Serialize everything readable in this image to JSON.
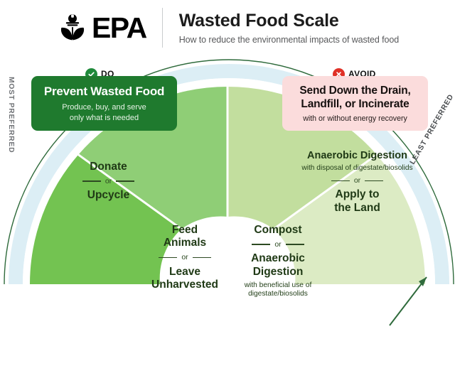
{
  "header": {
    "logo_text": "EPA",
    "logo_icon": "epa-seal-icon",
    "title": "Wasted Food Scale",
    "subtitle": "How to reduce the environmental impacts of wasted food"
  },
  "rail": {
    "most_preferred": "MOST PREFERRED",
    "least_preferred": "LEAST PREFERRED",
    "arrow_icon": "arrow-up-right-icon"
  },
  "badges": {
    "do": {
      "label": "DO",
      "icon": "check-circle-icon",
      "color": "#1f8a3b"
    },
    "avoid": {
      "label": "AVOID",
      "icon": "x-circle-icon",
      "color": "#e03127"
    }
  },
  "cards": {
    "prevent": {
      "title": "Prevent Wasted Food",
      "subtitle_line1": "Produce, buy, and serve",
      "subtitle_line2": "only what is needed",
      "color": "#1f7a2e"
    },
    "avoid": {
      "title_line1": "Send Down the Drain,",
      "title_line2": "Landfill, or Incinerate",
      "subtitle": "with or without energy recovery",
      "color": "#fbdcdc"
    }
  },
  "or_label": "or",
  "chart_data": {
    "type": "pie",
    "title": "Wasted Food Scale",
    "subtitle": "How to reduce the environmental impacts of wasted food",
    "shape": "half-donut",
    "ordering": "most preferred (left) to least preferred (right)",
    "segments": [
      {
        "rank": 1,
        "name": "Prevent Wasted Food",
        "detail": "Produce, buy, and serve only what is needed",
        "color": "#1f7a2e",
        "kind": "card",
        "preference": "most preferred"
      },
      {
        "rank": 2,
        "name": "Donate",
        "alt_name": "Upcycle",
        "detail": "",
        "color": "#73c351",
        "kind": "wedge",
        "start_angle": 180,
        "end_angle": 144
      },
      {
        "rank": 3,
        "name": "Feed Animals",
        "alt_name": "Leave Unharvested",
        "detail": "",
        "color": "#8fce76",
        "kind": "wedge",
        "start_angle": 144,
        "end_angle": 90
      },
      {
        "rank": 4,
        "name": "Compost",
        "alt_name": "Anaerobic Digestion",
        "detail": "with beneficial use of digestate/biosolids",
        "color": "#c2de9e",
        "kind": "wedge",
        "start_angle": 90,
        "end_angle": 40
      },
      {
        "rank": 5,
        "name": "Anaerobic Digestion",
        "detail": "with disposal of digestate/biosolids",
        "alt_name": "Apply to the Land",
        "color": "#dcebc4",
        "kind": "wedge",
        "start_angle": 40,
        "end_angle": 0
      },
      {
        "rank": 6,
        "name": "Send Down the Drain, Landfill, or Incinerate",
        "detail": "with or without energy recovery",
        "color": "#fbdcdc",
        "kind": "card",
        "preference": "least preferred"
      }
    ]
  },
  "wedges": {
    "donate": {
      "line1": "Donate",
      "line2": "Upcycle"
    },
    "feed": {
      "line1a": "Feed",
      "line1b": "Animals",
      "line2a": "Leave",
      "line2b": "Unharvested"
    },
    "compost": {
      "line1": "Compost",
      "line2a": "Anaerobic",
      "line2b": "Digestion",
      "note_a": "with beneficial use of",
      "note_b": "digestate/biosolids"
    },
    "anaerobic": {
      "line1": "Anaerobic Digestion",
      "note": "with disposal of digestate/biosolids",
      "line2a": "Apply to",
      "line2b": "the Land"
    }
  }
}
